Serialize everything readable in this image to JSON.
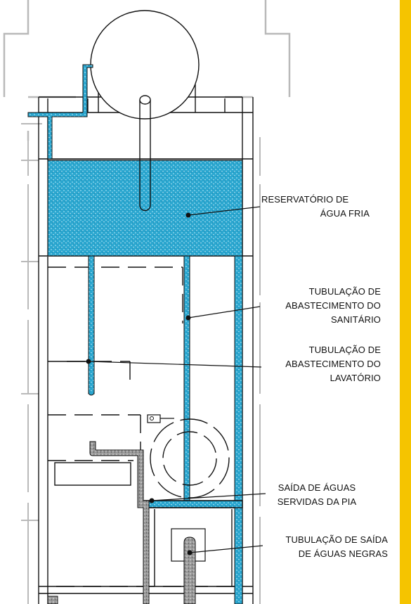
{
  "colors": {
    "water": "#2aa6cf",
    "water_light": "#5ec6e6",
    "waste": "#8c8c8c",
    "lines": "#111111",
    "wall_gray": "#b9b9b9",
    "accent_bar": "#f5c400"
  },
  "labels": {
    "reservoir": {
      "line1": "RESERVATÓRIO DE",
      "line2": "ÁGUA FRIA"
    },
    "toilet_supply": {
      "line1": "TUBULAÇÃO DE",
      "line2": "ABASTECIMENTO DO",
      "line3": "SANITÁRIO"
    },
    "sink_supply": {
      "line1": "TUBULAÇÃO DE",
      "line2": "ABASTECIMENTO DO",
      "line3": "LAVATÓRIO"
    },
    "sink_drain": {
      "line1": "SAÍDA DE ÁGUAS",
      "line2": "SERVIDAS DA PIA"
    },
    "black_water": {
      "line1": "TUBULAÇÃO DE SAÍDA",
      "line2": "DE ÁGUAS NEGRAS"
    }
  }
}
